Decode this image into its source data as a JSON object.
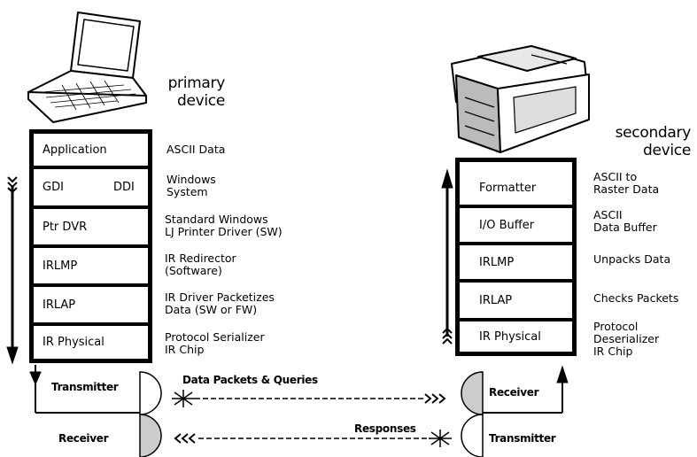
{
  "primary": {
    "device_label": [
      "primary",
      "device"
    ],
    "layers": [
      "Application",
      "GDI",
      "DDI",
      "Ptr DVR",
      "IRLMP",
      "IRLAP",
      "IR Physical"
    ],
    "notes": [
      "ASCII Data",
      "Windows\nSystem",
      "Standard Windows\nLJ Printer Driver (SW)",
      "IR Redirector\n(Software)",
      "IR Driver Packetizes\nData (SW or FW)",
      "Protocol Serializer\nIR Chip"
    ],
    "transmitter": "Transmitter",
    "receiver": "Receiver"
  },
  "secondary": {
    "device_label": [
      "secondary",
      "device"
    ],
    "layers": [
      "Formatter",
      "I/O Buffer",
      "IRLMP",
      "IRLAP",
      "IR Physical"
    ],
    "notes": [
      "ASCII to\nRaster Data",
      "ASCII\nData Buffer",
      "Unpacks Data",
      "Checks Packets",
      "Protocol\nDeserializer\nIR Chip"
    ],
    "receiver": "Receiver",
    "transmitter": "Transmitter"
  },
  "links": {
    "forward": "Data Packets & Queries",
    "backward": "Responses"
  }
}
